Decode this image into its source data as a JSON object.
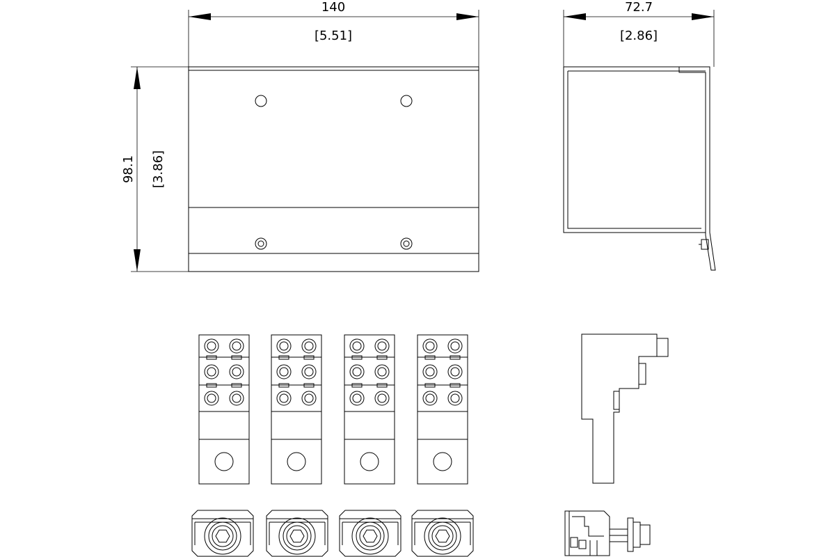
{
  "dimensions": {
    "front_width_mm": "140",
    "front_width_in": "[5.51]",
    "front_height_mm": "98.1",
    "front_height_in": "[3.86]",
    "side_depth_mm": "72.7",
    "side_depth_in": "[2.86]"
  },
  "colors": {
    "line": "#000000",
    "background": "#ffffff"
  }
}
